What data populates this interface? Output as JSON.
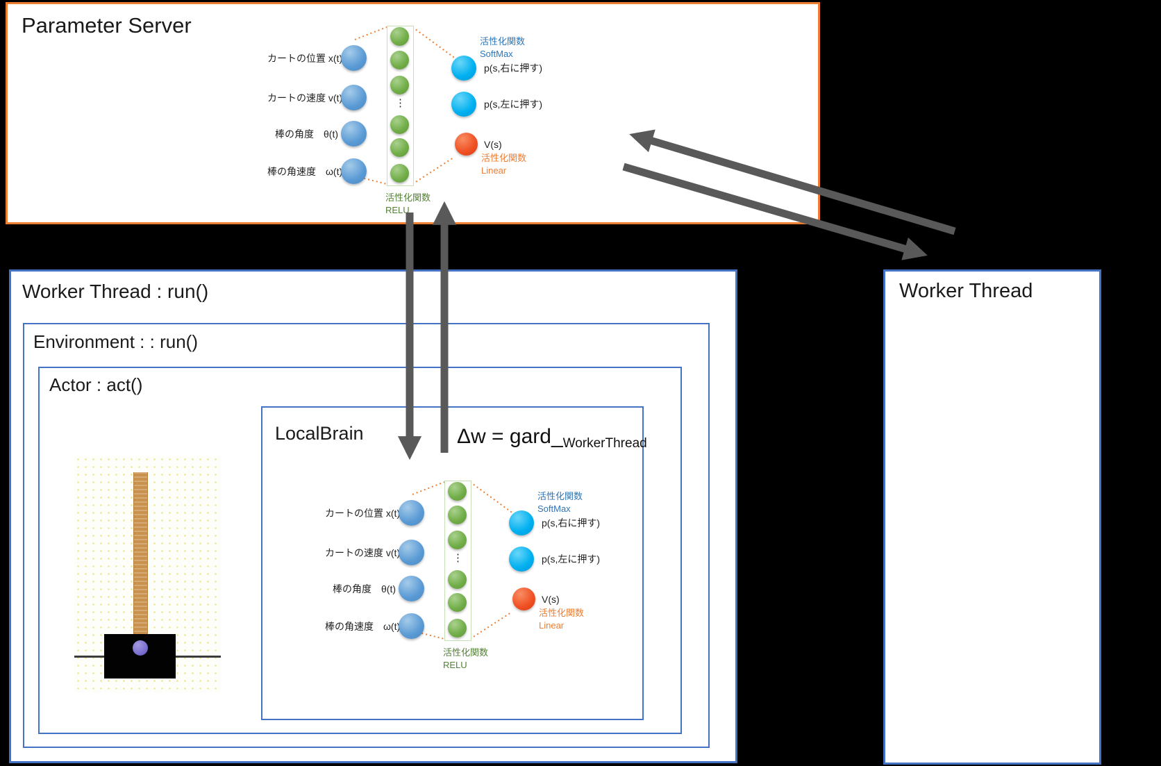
{
  "slide": {
    "background": "#000000"
  },
  "colors": {
    "accent-orange": "#ED7D31",
    "box-blue": "#4472C4",
    "node-blue": "#5B9BD5",
    "node-green": "#70AD47",
    "node-cyan": "#00B0F0",
    "node-red": "#F05024",
    "arrow-gray": "#595959",
    "softmax-blue": "#2E75B6",
    "linear-orange": "#ED7D31",
    "relu-green": "#538135",
    "hidden-rect-green": "#C5E0B4"
  },
  "parameter_server": {
    "title": "Parameter Server"
  },
  "worker_thread_left": {
    "title": "Worker Thread : run()"
  },
  "environment": {
    "title": "Environment :  : run()"
  },
  "actor": {
    "title": "Actor : act()"
  },
  "local_brain": {
    "title": "LocalBrain"
  },
  "worker_thread_right": {
    "title": "Worker Thread"
  },
  "gradient_formula": {
    "main": "Δw = gard_",
    "subscript": "WorkerThread"
  },
  "network": {
    "inputs": [
      {
        "label": "カートの位置 x(t)"
      },
      {
        "label": "カートの速度 v(t)"
      },
      {
        "label": "棒の角度　θ(t)"
      },
      {
        "label": "棒の角速度　ω(t)"
      }
    ],
    "hidden": {
      "ellipsis": "⋮",
      "activation_label": "活性化関数",
      "activation_fn": "RELU"
    },
    "outputs": {
      "softmax_label": "活性化関数",
      "softmax_fn": "SoftMax",
      "p_right": "p(s,右に押す)",
      "p_left": "p(s,左に押す)",
      "value": "V(s)",
      "linear_label": "活性化関数",
      "linear_fn": "Linear"
    }
  }
}
